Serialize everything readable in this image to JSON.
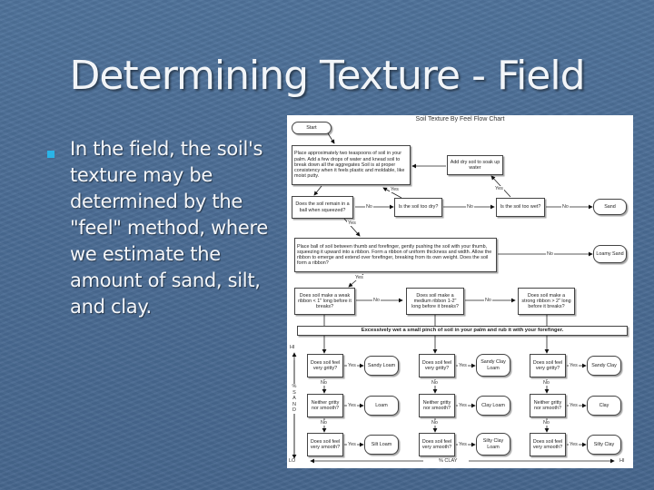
{
  "slide": {
    "title": "Determining Texture - Field",
    "bullets": [
      "In the field, the soil's texture may be determined by the \"feel\" method, where we estimate the amount of sand, silt, and clay."
    ],
    "colors": {
      "background": "#4a6c95",
      "bullet": "#2ab4e8",
      "text": "#f5f7fa"
    }
  },
  "flowchart": {
    "title": "Soil Texture By Feel Flow Chart",
    "start": "Start",
    "step1": "Place approximately two teaspoons of soil in your palm.  Add a few drops of water and knead soil to break down all the aggregates  Soil is at proper consistency when it feels plastic and moldable, like moist putty.",
    "add_dry": "Add dry soil to soak up water",
    "q_ball": "Does the soil remain in a ball when squeezed?",
    "q_dry": "Is the soil too dry?",
    "q_wet": "Is the soil too wet?",
    "sand": "Sand",
    "step_ribbon": "Place ball of soil between thumb and forefinger, gently pushing the soil with your thumb, squeezing it upward into a ribbon.  Form a ribbon of uniform thickness and width.  Allow the ribbon to emerge and extend over forefinger, breaking from its own weight.  Does the soil form a ribbon?",
    "loamy_sand": "Loamy Sand",
    "q_weak": "Does soil make a weak ribbon < 1\" long before it breaks?",
    "q_medium": "Does soil make a medium ribbon 1-2\" long before it breaks?",
    "q_strong": "Does soil make a strong ribbon > 2\" long before it breaks?",
    "wet_step": "Excessively wet a small pinch of soil in your palm and rub it with your forefinger.",
    "q_gritty": "Does soil feel very gritty?",
    "q_neither": "Neither gritty nor smooth?",
    "q_smooth": "Does soil feel very smooth?",
    "results": {
      "col1": [
        "Sandy Loam",
        "Loam",
        "Silt Loam"
      ],
      "col2": [
        "Sandy Clay Loam",
        "Clay Loam",
        "Silty Clay Loam"
      ],
      "col3": [
        "Sandy Clay",
        "Clay",
        "Silty Clay"
      ]
    },
    "labels": {
      "yes": "Yes",
      "no": "No"
    },
    "axes": {
      "sand_hi": "HI",
      "sand_lo": "LO",
      "sand_label": "% SAND",
      "clay_label": "% CLAY",
      "clay_hi": "HI"
    }
  }
}
